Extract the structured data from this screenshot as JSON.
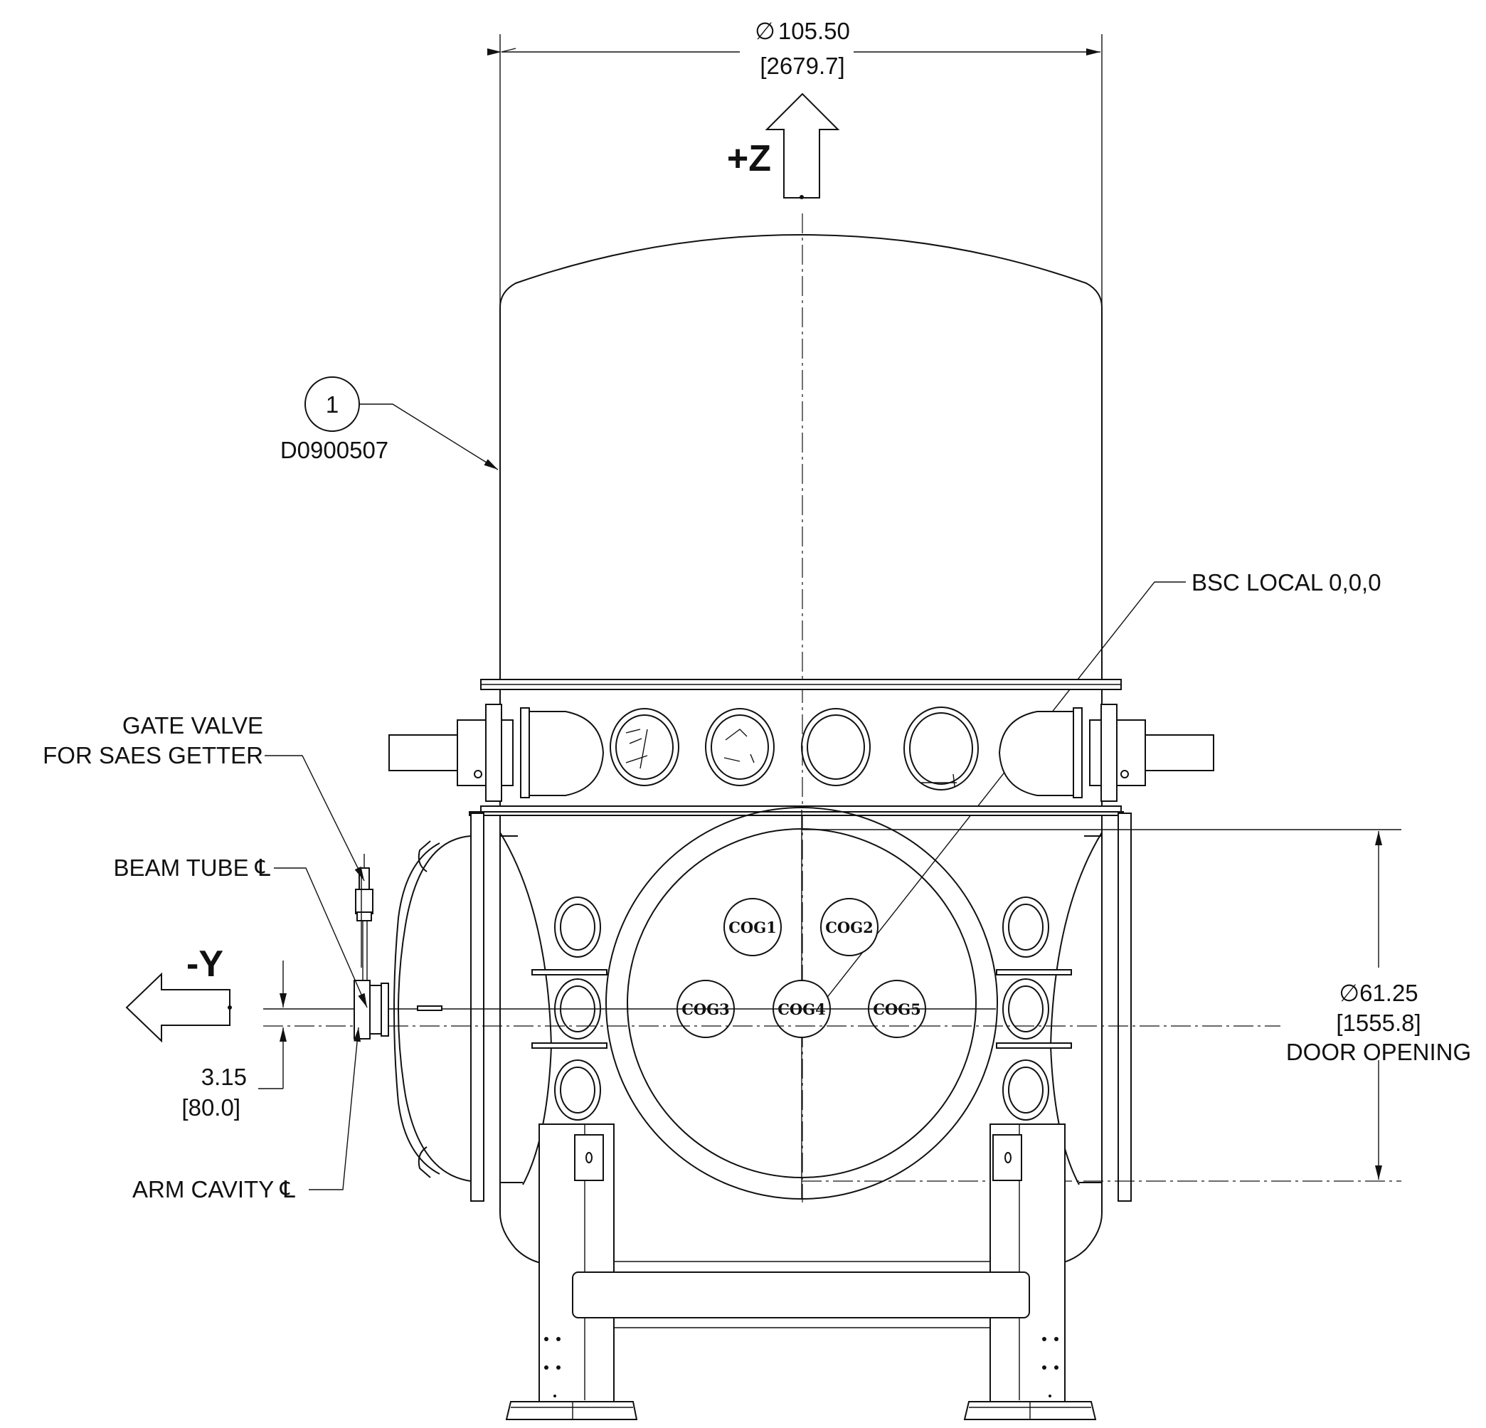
{
  "overall_diameter": {
    "symbol": "∅",
    "value": "105.50",
    "metric": "[2679.7]"
  },
  "z_axis": {
    "label": "+Z"
  },
  "y_axis": {
    "label": "-Y"
  },
  "balloon": {
    "number": "1",
    "part": "D0900507"
  },
  "callouts": {
    "bsc_local": "BSC LOCAL 0,0,0",
    "gate_valve_line1": "GATE VALVE",
    "gate_valve_line2": "FOR SAES GETTER",
    "beam_tube": "BEAM TUBE ℄",
    "arm_cavity": "ARM CAVITY ℄"
  },
  "offset_dim": {
    "value": "3.15",
    "metric": "[80.0]"
  },
  "door_dim": {
    "value": "∅61.25",
    "metric": "[1555.8]",
    "label": "DOOR OPENING"
  },
  "cog_labels": [
    "COG1",
    "COG2",
    "COG3",
    "COG4",
    "COG5"
  ]
}
